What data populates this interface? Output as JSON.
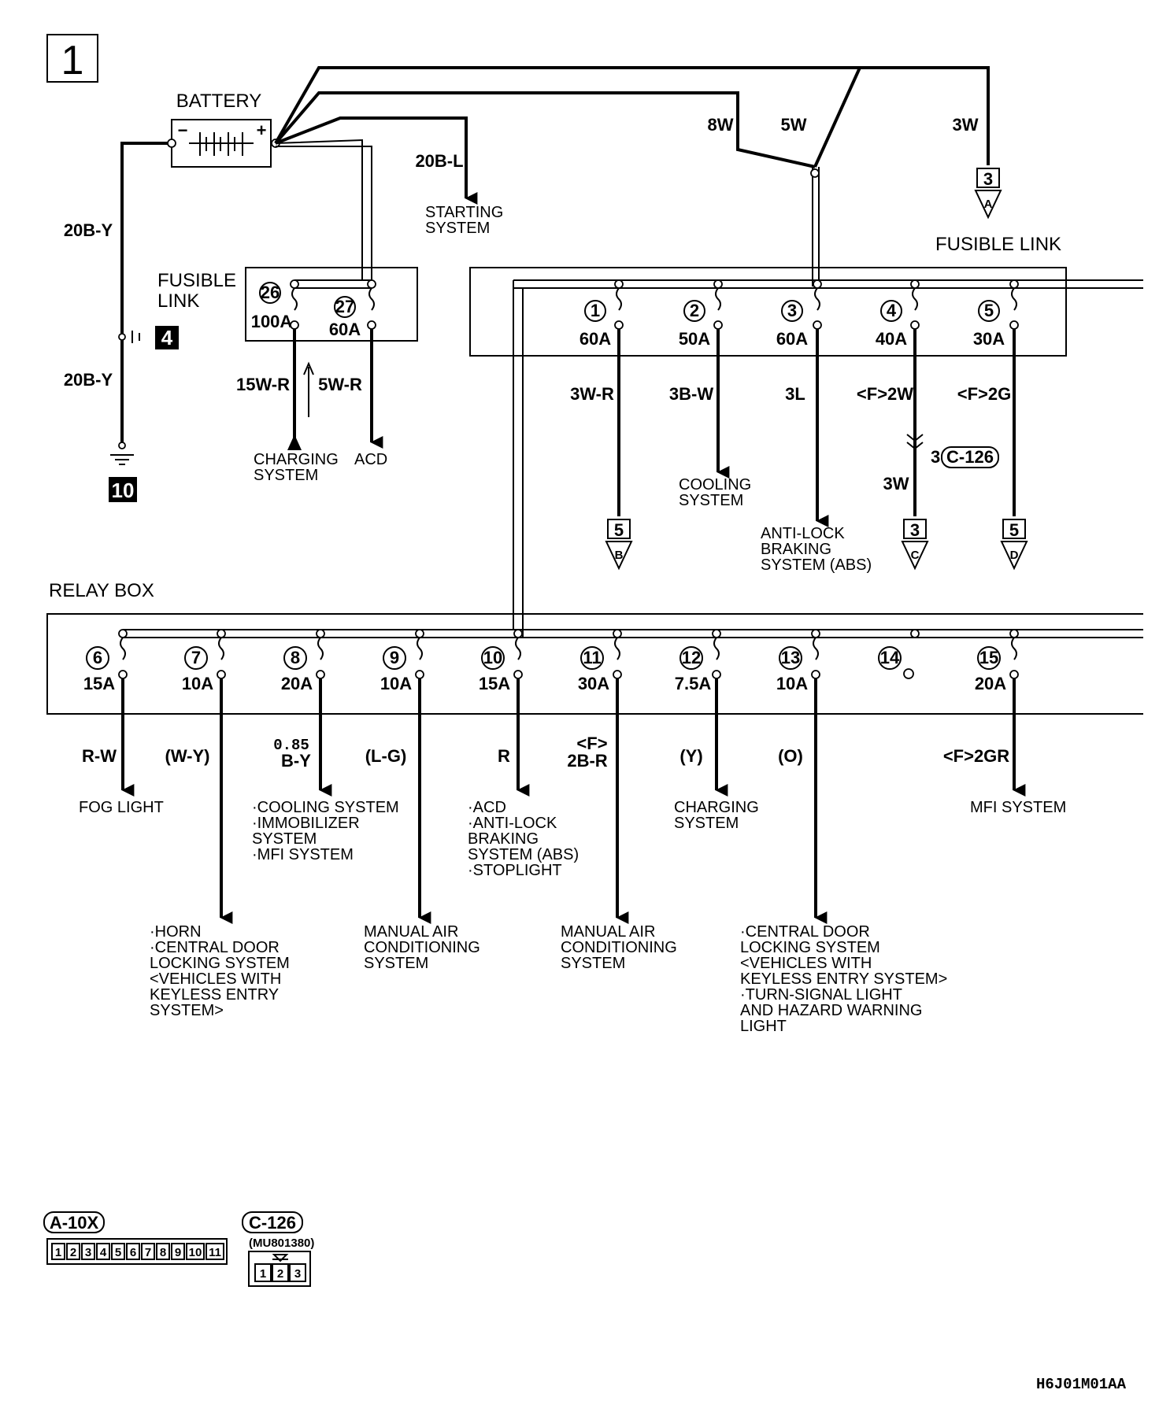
{
  "page_number": "1",
  "battery": {
    "label": "BATTERY",
    "minus": "−",
    "plus": "+"
  },
  "ground_wires": {
    "upper": "20B-Y",
    "lower": "20B-Y"
  },
  "connector_4": "4",
  "ground_10": "10",
  "starting": {
    "wire": "20B-L",
    "line1": "STARTING",
    "line2": "SYSTEM"
  },
  "fusible_small": {
    "title1": "FUSIBLE",
    "title2": "LINK",
    "f26": {
      "num": "26",
      "amp": "100A"
    },
    "f27": {
      "num": "27",
      "amp": "60A"
    },
    "wire_left": "15W-R",
    "wire_right": "5W-R",
    "charging1": "CHARGING",
    "charging2": "SYSTEM",
    "acd": "ACD"
  },
  "top_wires": {
    "w8": "8W",
    "w5": "5W",
    "w3": "3W"
  },
  "conn_a": {
    "num": "3",
    "letter": "A"
  },
  "fusible_big": {
    "title": "FUSIBLE LINK",
    "fuses": [
      {
        "num": "1",
        "amp": "60A",
        "wire": "3W-R"
      },
      {
        "num": "2",
        "amp": "50A",
        "wire": "3B-W"
      },
      {
        "num": "3",
        "amp": "60A",
        "wire": "3L"
      },
      {
        "num": "4",
        "amp": "40A",
        "wire": "<F>2W"
      },
      {
        "num": "5",
        "amp": "30A",
        "wire": "<F>2G"
      }
    ],
    "conn_b": {
      "num": "5",
      "letter": "B"
    },
    "conn_c": {
      "num": "3",
      "letter": "C"
    },
    "conn_d": {
      "num": "5",
      "letter": "D"
    },
    "cooling1": "COOLING",
    "cooling2": "SYSTEM",
    "abs1": "ANTI-LOCK",
    "abs2": "BRAKING",
    "abs3": "SYSTEM (ABS)",
    "c126_pin": "3",
    "c126_label": "C-126",
    "wire_3w": "3W"
  },
  "relay_box": {
    "title": "RELAY BOX",
    "fuses": [
      {
        "num": "6",
        "amp": "15A"
      },
      {
        "num": "7",
        "amp": "10A"
      },
      {
        "num": "8",
        "amp": "20A"
      },
      {
        "num": "9",
        "amp": "10A"
      },
      {
        "num": "10",
        "amp": "15A"
      },
      {
        "num": "11",
        "amp": "30A"
      },
      {
        "num": "12",
        "amp": "7.5A"
      },
      {
        "num": "13",
        "amp": "10A"
      },
      {
        "num": "14",
        "amp": ""
      },
      {
        "num": "15",
        "amp": "20A"
      }
    ],
    "wires": {
      "w6": "R-W",
      "w7": "(W-Y)",
      "w8a": "0.85",
      "w8b": "B-Y",
      "w9": "(L-G)",
      "w10": "R",
      "w11a": "<F>",
      "w11b": "2B-R",
      "w12": "(Y)",
      "w13": "(O)",
      "w15": "<F>2GR"
    },
    "dest6": "FOG LIGHT",
    "dest7": [
      "·HORN",
      "·CENTRAL DOOR",
      " LOCKING SYSTEM",
      " <VEHICLES WITH",
      " KEYLESS ENTRY",
      " SYSTEM>"
    ],
    "dest8": [
      "·COOLING SYSTEM",
      "·IMMOBILIZER",
      " SYSTEM",
      "·MFI SYSTEM"
    ],
    "dest9": [
      "MANUAL AIR",
      "CONDITIONING",
      "SYSTEM"
    ],
    "dest10": [
      "·ACD",
      "·ANTI-LOCK",
      " BRAKING",
      " SYSTEM (ABS)",
      "·STOPLIGHT"
    ],
    "dest11": [
      "MANUAL AIR",
      "CONDITIONING",
      "SYSTEM"
    ],
    "dest12": [
      "CHARGING",
      "SYSTEM"
    ],
    "dest13": [
      "·CENTRAL DOOR",
      " LOCKING SYSTEM",
      " <VEHICLES WITH",
      " KEYLESS ENTRY SYSTEM>",
      "·TURN-SIGNAL LIGHT",
      " AND HAZARD WARNING",
      " LIGHT"
    ],
    "dest15": "MFI SYSTEM"
  },
  "connectors": {
    "a10x": {
      "label": "A-10X",
      "pins": [
        "1",
        "2",
        "3",
        "4",
        "5",
        "6",
        "7",
        "8",
        "9",
        "10",
        "11"
      ]
    },
    "c126": {
      "label": "C-126",
      "part": "(MU801380)",
      "pins": [
        "1",
        "2",
        "3"
      ]
    }
  },
  "diagram_id": "H6J01M01AA"
}
